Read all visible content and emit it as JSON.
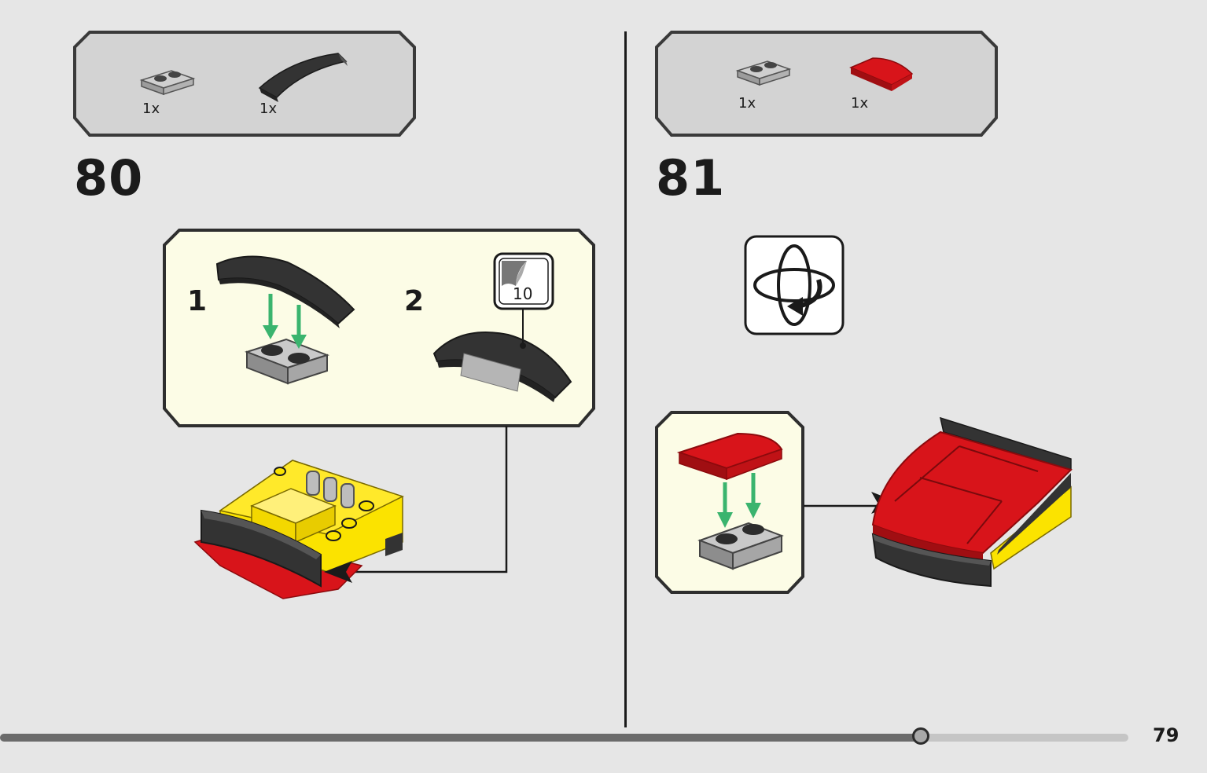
{
  "page": {
    "number": "79"
  },
  "progress": {
    "fraction": 0.816
  },
  "steps": [
    {
      "number": "80",
      "parts": [
        {
          "name": "plate-1x2-light-grey",
          "qty": "1x"
        },
        {
          "name": "curved-slope-black",
          "qty": "1x"
        }
      ],
      "substeps": [
        {
          "number": "1"
        },
        {
          "number": "2",
          "sticker": "10"
        }
      ]
    },
    {
      "number": "81",
      "parts": [
        {
          "name": "plate-1x2-light-grey",
          "qty": "1x"
        },
        {
          "name": "curved-slope-red",
          "qty": "1x"
        }
      ],
      "rotate_icon": "rotate-model-icon"
    }
  ],
  "colors": {
    "background": "#e6e6e6",
    "parts_box": "#d3d3d3",
    "callout": "#fcfce6",
    "red": "#d8141a",
    "yellow": "#fbe300",
    "black": "#333333",
    "arrow_green": "#3ab46e"
  }
}
